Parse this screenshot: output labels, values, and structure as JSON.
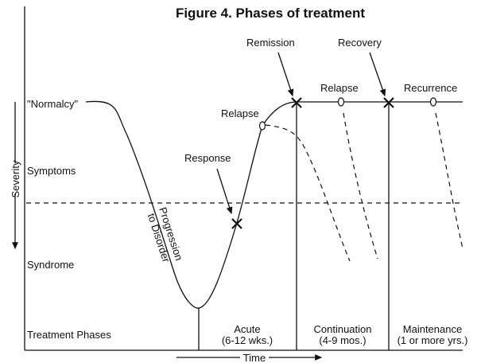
{
  "title": "Figure 4. Phases of treatment",
  "y_axis": {
    "label": "Severity",
    "levels": [
      "\"Normalcy\"",
      "Symptoms",
      "Syndrome"
    ]
  },
  "x_axis": {
    "label": "Time"
  },
  "row_label": "Treatment Phases",
  "curve_labels": {
    "progression_line1": "Progression",
    "progression_line2": "to Disorder"
  },
  "events": {
    "response": "Response",
    "relapse_acute": "Relapse",
    "remission": "Remission",
    "relapse_continuation": "Relapse",
    "recovery": "Recovery",
    "recurrence": "Recurrence"
  },
  "phases": [
    {
      "name": "Acute",
      "duration": "(6-12 wks.)"
    },
    {
      "name": "Continuation",
      "duration": "(4-9 mos.)"
    },
    {
      "name": "Maintenance",
      "duration": "(1 or more yrs.)"
    }
  ]
}
